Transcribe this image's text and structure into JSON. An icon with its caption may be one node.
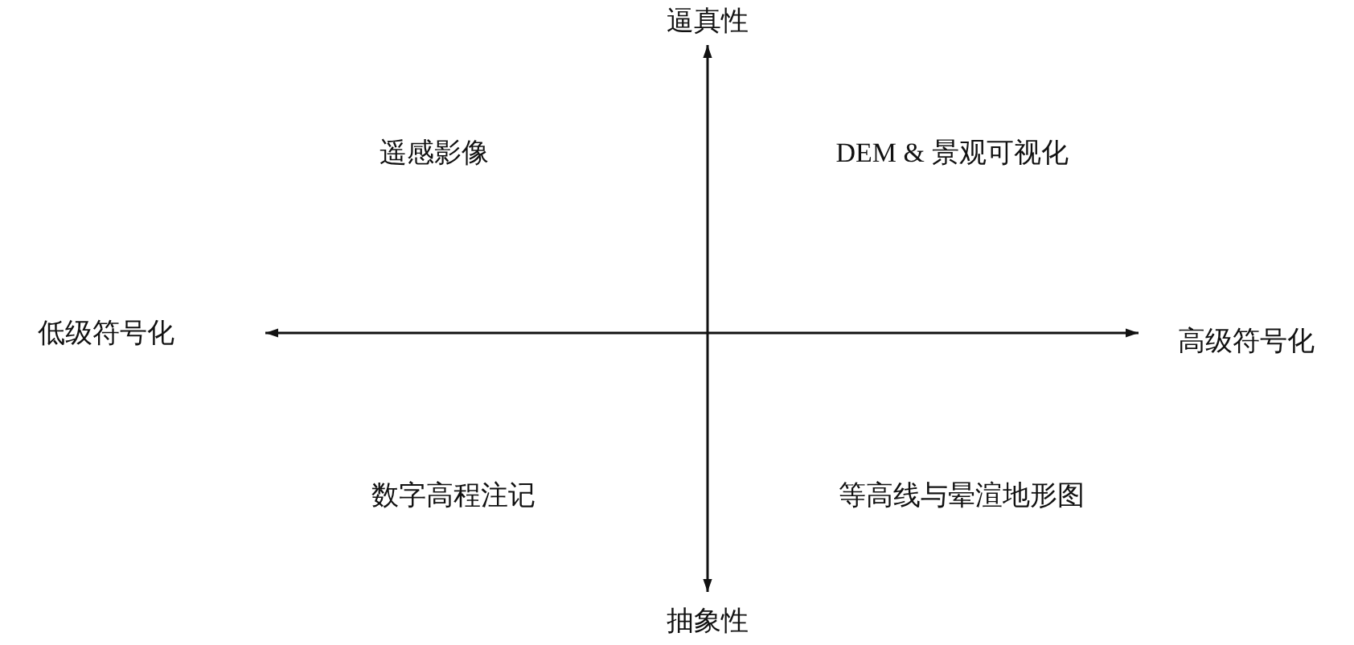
{
  "diagram": {
    "labels": [
      "逼真性",
      "遥感影像",
      "DEM & 景观可视化",
      "低级符号化",
      "高级符号化",
      "数字高程注记",
      "等高线与晕渲地形图",
      "抽象性"
    ]
  }
}
